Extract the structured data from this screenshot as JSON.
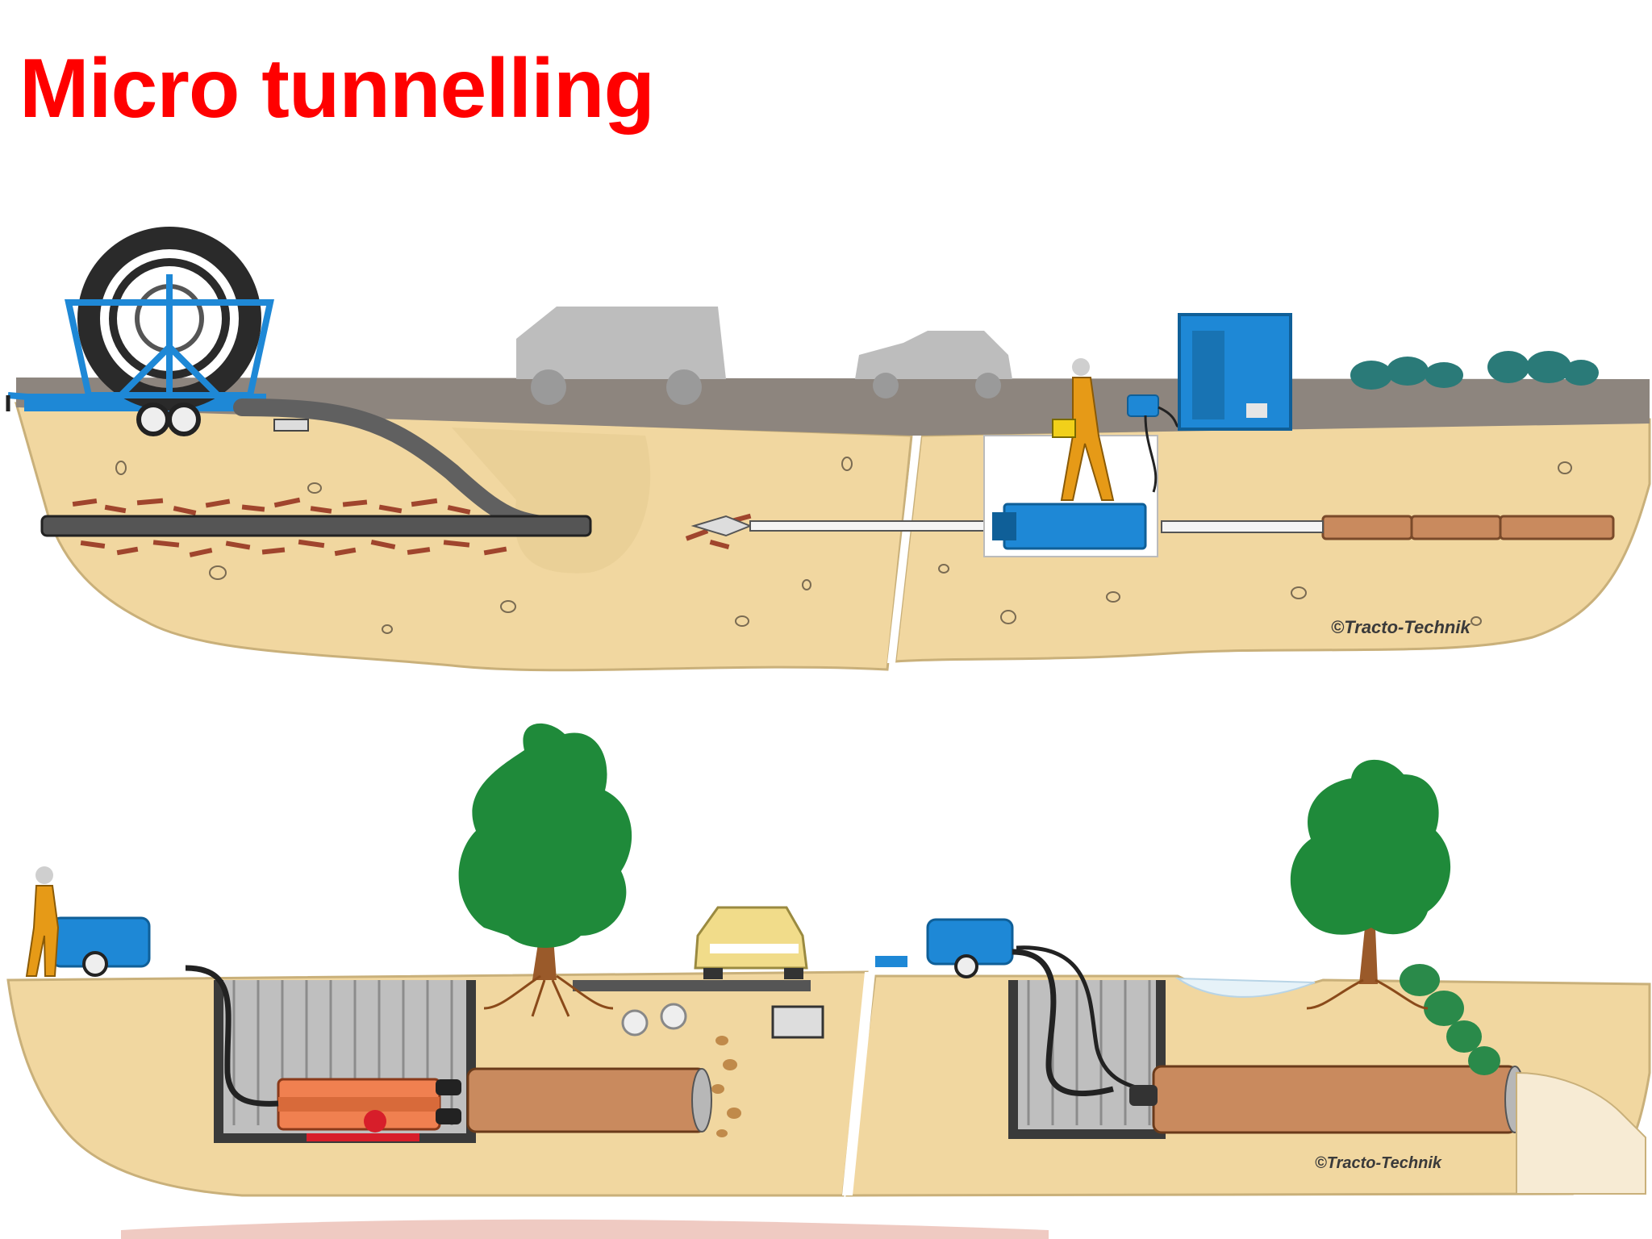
{
  "title": "Micro tunnelling",
  "top_diagram": {
    "copyright": "©Tracto-Technik"
  },
  "bottom_diagram": {
    "copyright": "©Tracto-Technik"
  },
  "colors": {
    "title": "#ff0000",
    "soil": "#f1d7a0",
    "road": "#8d857e",
    "equipment_blue": "#1e88d6",
    "new_pipe": "#c98a5e",
    "tree": "#1f8a3a"
  }
}
